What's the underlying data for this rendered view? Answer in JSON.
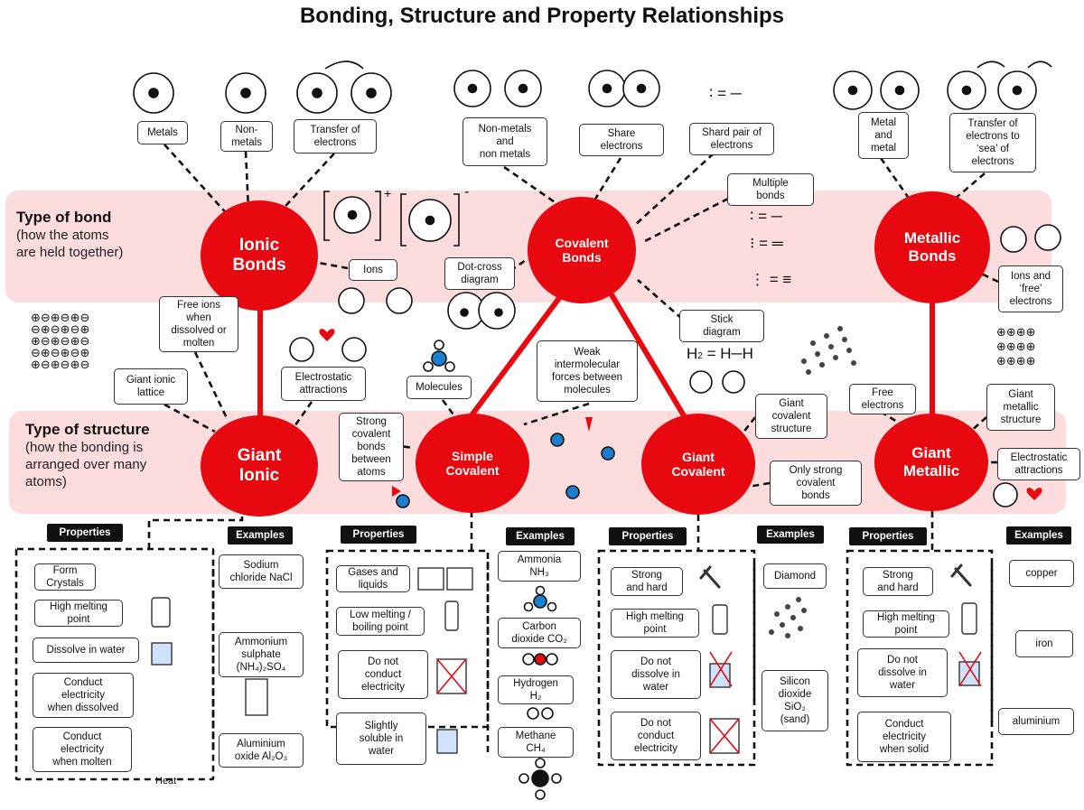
{
  "title": "Bonding, Structure and Property Relationships",
  "rows": {
    "bond": {
      "heading": "Type of bond",
      "sub1": "(how the atoms",
      "sub2": "are held together)"
    },
    "structure": {
      "heading": "Type of structure",
      "sub1": "(how the bonding is",
      "sub2": "arranged over many",
      "sub3": "atoms)"
    }
  },
  "bond_types": {
    "ionic": {
      "line1": "Ionic",
      "line2": "Bonds"
    },
    "covalent": {
      "line1": "Covalent",
      "line2": "Bonds"
    },
    "metallic": {
      "line1": "Metallic",
      "line2": "Bonds"
    }
  },
  "structures": {
    "giant_ionic": {
      "line1": "Giant",
      "line2": "Ionic"
    },
    "simple_covalent": {
      "line1": "Simple",
      "line2": "Covalent"
    },
    "giant_covalent": {
      "line1": "Giant",
      "line2": "Covalent"
    },
    "giant_metallic": {
      "line1": "Giant",
      "line2": "Metallic"
    }
  },
  "ionic_labels": {
    "metals": "Metals",
    "non_metals": [
      "Non-",
      "metals"
    ],
    "transfer": [
      "Transfer of",
      "electrons"
    ],
    "ions": "Ions",
    "electrostatic": [
      "Electrostatic",
      "attractions"
    ],
    "free_ions": [
      "Free ions",
      "when",
      "dissolved or",
      "molten"
    ],
    "giant_ionic_lattice": [
      "Giant ionic",
      "lattice"
    ],
    "charge_plus": "+",
    "charge_minus": "-"
  },
  "covalent_labels": {
    "nonmetals": [
      "Non-metals",
      "and",
      "non metals"
    ],
    "share": [
      "Share",
      "electrons"
    ],
    "shared_pair": [
      "Shard pair of",
      "electrons"
    ],
    "multiple": [
      "Multiple",
      "bonds"
    ],
    "dot_cross": [
      "Dot-cross",
      "diagram"
    ],
    "stick": [
      "Stick",
      "diagram"
    ],
    "stick_formula": {
      "lhs": "H",
      "sub": "2",
      "eq": "=",
      "rhs": "H─H"
    },
    "weak": [
      "Weak",
      "intermolecular",
      "forces between",
      "molecules"
    ],
    "molecules": "Molecules",
    "strong": [
      "Strong",
      "covalent",
      "bonds",
      "between",
      "atoms"
    ],
    "giant_covalent_structure": [
      "Giant",
      "covalent",
      "structure"
    ],
    "only_strong": [
      "Only strong",
      "covalent",
      "bonds"
    ]
  },
  "metallic_labels": {
    "metal_and_metal": [
      "Metal",
      "and",
      "metal"
    ],
    "transfer_sea": [
      "Transfer of",
      "electrons to",
      "‘sea’ of",
      "electrons"
    ],
    "ions_free": [
      "Ions and",
      "‘free’",
      "electrons"
    ],
    "free_electrons": [
      "Free",
      "electrons"
    ],
    "giant_metallic_structure": [
      "Giant",
      "metallic",
      "structure"
    ],
    "electrostatic": [
      "Electrostatic",
      "attractions"
    ]
  },
  "headers": {
    "properties": "Properties",
    "examples": "Examples"
  },
  "giant_ionic_props": [
    [
      "Form",
      "Crystals"
    ],
    [
      "High melting",
      "point"
    ],
    [
      "Dissolve in water"
    ],
    [
      "Conduct",
      "electricity",
      "when dissolved"
    ],
    [
      "Conduct",
      "electricity",
      "when molten"
    ]
  ],
  "giant_ionic_examples": [
    [
      "Sodium",
      "chloride NaCl"
    ],
    [
      "Ammonium",
      "sulphate",
      "(NH₄)₂SO₄"
    ],
    [
      "Aluminium",
      "oxide Al₂O₃"
    ]
  ],
  "heat_label": "Heat",
  "simple_covalent_props": [
    [
      "Gases and",
      "liquids"
    ],
    [
      "Low melting /",
      "boiling point"
    ],
    [
      "Do not",
      "conduct",
      "electricity"
    ],
    [
      "Slightly",
      "soluble in",
      "water"
    ]
  ],
  "simple_covalent_examples": [
    [
      "Ammonia",
      "NH₃"
    ],
    [
      "Carbon",
      "dioxide  CO₂"
    ],
    [
      "Hydrogen",
      "H₂"
    ],
    [
      "Methane",
      "CH₄"
    ]
  ],
  "giant_covalent_props": [
    [
      "Strong",
      "and hard"
    ],
    [
      "High melting",
      "point"
    ],
    [
      "Do not",
      "dissolve in",
      "water"
    ],
    [
      "Do not",
      "conduct",
      "electricity"
    ]
  ],
  "giant_covalent_examples": [
    [
      "Diamond"
    ],
    [
      "Silicon",
      "dioxide",
      "SiO₂",
      "(sand)"
    ]
  ],
  "giant_metallic_props": [
    [
      "Strong",
      "and hard"
    ],
    [
      "High melting",
      "point"
    ],
    [
      "Do not",
      "dissolve in",
      "water"
    ],
    [
      "Conduct",
      "electricity",
      "when solid"
    ]
  ],
  "giant_metallic_examples": [
    [
      "copper"
    ],
    [
      "iron"
    ],
    [
      "aluminium"
    ]
  ],
  "colors": {
    "red": "#e8080f",
    "band": "#fcdcdc",
    "black": "#111111"
  }
}
